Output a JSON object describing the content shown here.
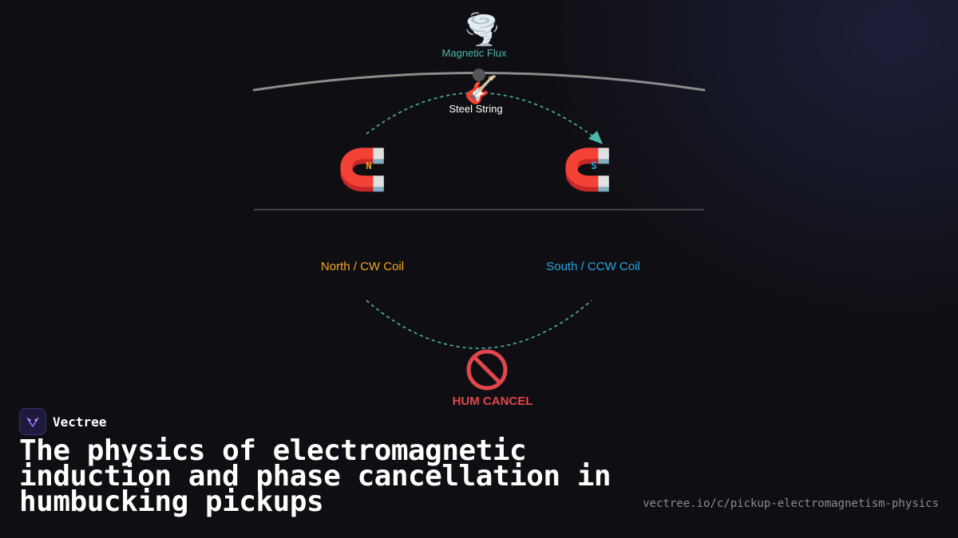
{
  "diagram": {
    "flux_icon": "tornado-icon",
    "flux_glyph": "🌪️",
    "flux_label": "Magnetic Flux",
    "string_icon": "guitar-icon",
    "string_glyph": "🎸",
    "string_label": "Steel String",
    "north_magnet_icon": "magnet-icon",
    "north_magnet_glyph": "🧲",
    "north_pole_letter": "N",
    "south_magnet_icon": "magnet-icon",
    "south_magnet_glyph": "🧲",
    "south_pole_letter": "S",
    "north_coil_label": "North / CW Coil",
    "south_coil_label": "South / CCW Coil",
    "cancel_icon": "prohibited-icon",
    "cancel_glyph": "🚫",
    "cancel_label": "HUM CANCEL",
    "colors": {
      "flux": "#4db6ac",
      "north": "#f5a623",
      "south": "#29a8e0",
      "cancel": "#e0474c",
      "string_line": "#8c8c8c",
      "accent_flow": "#4db6ac"
    }
  },
  "brand": {
    "name": "Vectree",
    "logo_icon": "vectree-logo-icon"
  },
  "headline": "The physics of electromagnetic induction and phase cancellation in humbucking pickups",
  "url": "vectree.io/c/pickup-electromagnetism-physics"
}
